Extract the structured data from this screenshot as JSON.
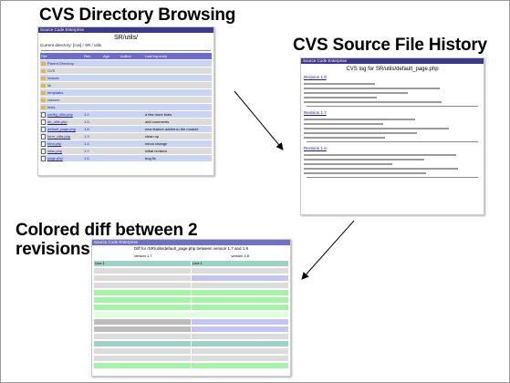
{
  "headings": {
    "dir_browsing": "CVS Directory Browsing",
    "file_history": "CVS Source File History",
    "diff_line1": "Colored diff between 2",
    "diff_line2": "revisions"
  },
  "dir_shot": {
    "bar_text": "Source Code Enterprise",
    "title": "SR/utils/",
    "subtitle": "Current directory: [cvs] / SR / utils",
    "columns": [
      "File",
      "Rev.",
      "Age",
      "Author",
      "Last log entry"
    ],
    "dir_rows": [
      "Parent Directory",
      "CVS",
      "include",
      "lib",
      "templates",
      "classes",
      "tests"
    ],
    "file_rows": [
      {
        "name": "config_utils.php",
        "rev": "1.2",
        "log": "a few more fixes"
      },
      {
        "name": "db_utils.php",
        "rev": "1.5",
        "log": "add comments"
      },
      {
        "name": "default_page.php",
        "rev": "1.8",
        "log": "new feature added to the module"
      },
      {
        "name": "form_utils.php",
        "rev": "1.3",
        "log": "clean up"
      },
      {
        "name": "html.php",
        "rev": "1.4",
        "log": "minor change"
      },
      {
        "name": "misc.php",
        "rev": "1.2",
        "log": "initial revision"
      },
      {
        "name": "page.php",
        "rev": "1.6",
        "log": "bug fix"
      }
    ]
  },
  "log_shot": {
    "bar_text": "Source Code Enterprise",
    "title": "CVS log for SR/utils/default_page.php",
    "entries": [
      "Revision 1.8",
      "Revision 1.7",
      "Revision 1.6"
    ]
  },
  "diff_shot": {
    "bar_text": "Source Code Enterprise",
    "title": "Diff for /SR/utils/default_page.php between version 1.7 and 1.8",
    "sub_left": "version 1.7",
    "sub_right": "version 1.8",
    "left_head": "Line 1",
    "right_head": "Line 1"
  }
}
